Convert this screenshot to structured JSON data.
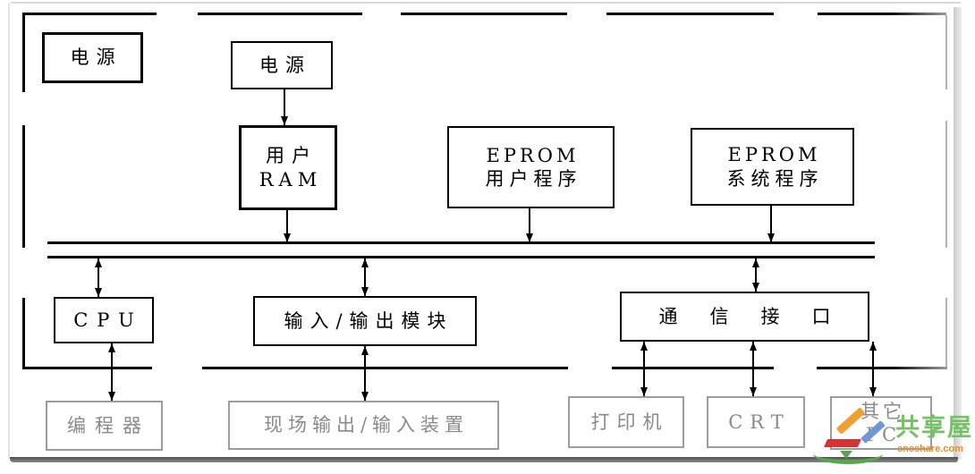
{
  "diagram": {
    "boxes": {
      "power_left": {
        "label": "电源"
      },
      "power_top": {
        "label": "电源"
      },
      "user_ram": {
        "line1": "用户",
        "line2": "RAM"
      },
      "eprom_user": {
        "line1": "EPROM",
        "line2": "用户程序"
      },
      "eprom_system": {
        "line1": "EPROM",
        "line2": "系统程序"
      },
      "cpu": {
        "label": "CPU"
      },
      "io_module": {
        "label": "输入/输出模块"
      },
      "comm_interface": {
        "label": "通信接口"
      },
      "programmer": {
        "label": "编程器"
      },
      "field_io": {
        "label": "现场输出/输入装置"
      },
      "printer": {
        "label": "打印机"
      },
      "crt": {
        "label": "CRT"
      },
      "other_pc": {
        "line1": "其它",
        "line2": "PC"
      }
    },
    "colors": {
      "line": "#000000",
      "muted_box": "#9c9c9c",
      "muted_text": "#8a8a8a",
      "watermark_green": "#74c263",
      "watermark_orange": "#ef8d1f"
    }
  },
  "watermark": {
    "site_name": "共享屋",
    "site_url": "cncshare.com"
  }
}
